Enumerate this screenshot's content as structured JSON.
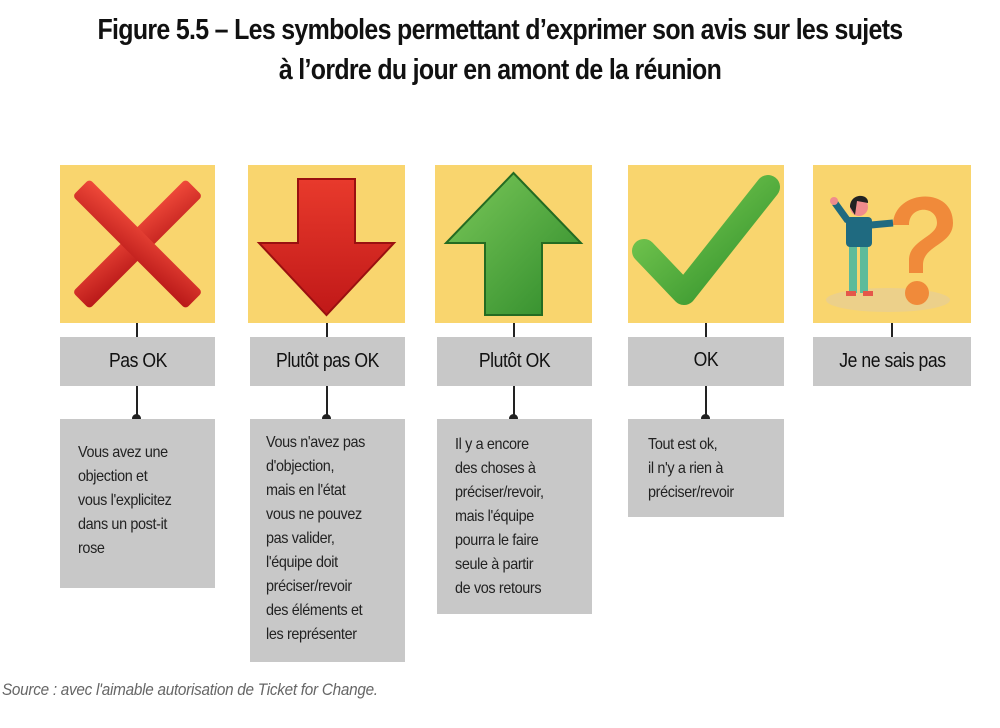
{
  "title": {
    "line1": "Figure 5.5 – Les symboles permettant d’exprimer son avis sur les sujets",
    "line2": "à l’ordre du jour en amont de la réunion"
  },
  "columns": [
    {
      "icon": "red-cross-icon",
      "label": "Pas OK",
      "desc": [
        "Vous avez une",
        "objection et",
        "vous l'explicitez",
        "dans un post-it",
        "rose"
      ]
    },
    {
      "icon": "red-down-arrow-icon",
      "label": "Plutôt pas OK",
      "desc": [
        "Vous n'avez pas",
        "d'objection,",
        "mais en l'état",
        "vous ne pouvez",
        "pas valider,",
        "l'équipe doit",
        "préciser/revoir",
        "des éléments et",
        "les représenter"
      ]
    },
    {
      "icon": "green-up-arrow-icon",
      "label": "Plutôt OK",
      "desc": [
        "Il y a encore",
        "des choses à",
        "préciser/revoir,",
        "mais l'équipe",
        "pourra le faire",
        "seule à partir",
        "de vos retours"
      ]
    },
    {
      "icon": "green-check-icon",
      "label": "OK",
      "desc": [
        "Tout est ok,",
        "il n'y a rien à",
        "préciser/revoir"
      ]
    },
    {
      "icon": "question-person-icon",
      "label": "Je ne sais pas",
      "desc": []
    }
  ],
  "source": "Source : avec l'aimable autorisation de Ticket for Change.",
  "colors": {
    "tile": "#f9d56e",
    "box": "#c8c8c8",
    "red": "#d92a2a",
    "green": "#3fa535"
  }
}
